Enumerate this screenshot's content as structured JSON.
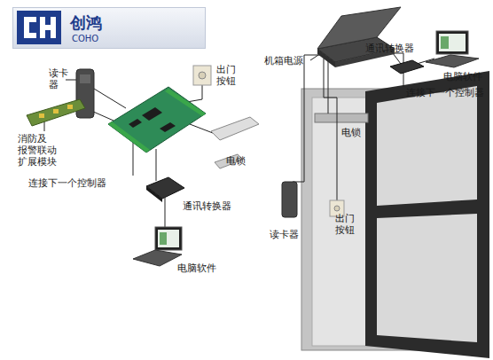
{
  "diagram": {
    "nodes": [
      {
        "text": [
          "创鸿",
          "COHO"
        ]
      }
    ],
    "labels": [
      "读卡 器",
      "出门 按钮",
      "消防及 报警联动 扩展模块",
      "电锁",
      "连接下一个控制器",
      "通讯转换器",
      "电脑软件",
      "机箱电源",
      "通讯转换器",
      "电脑软件",
      "连接下一个控制器",
      "电锁",
      "读卡器",
      "出门 按钮"
    ]
  }
}
